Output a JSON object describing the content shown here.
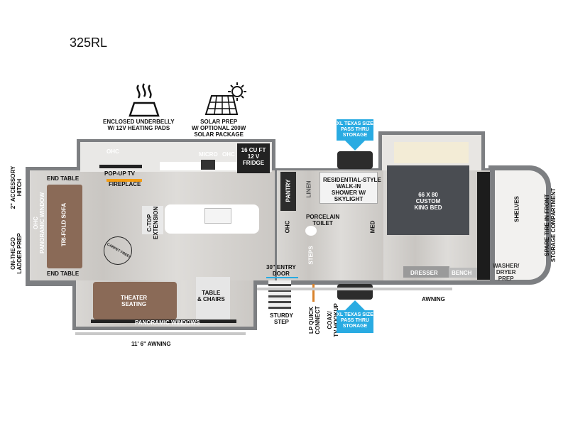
{
  "title": "325RL",
  "features": {
    "underbelly": "ENCLOSED UNDERBELLY\nW/ 12V HEATING PADS",
    "solar": "SOLAR PREP\nW/ OPTIONAL 200W\nSOLAR PACKAGE"
  },
  "labels": {
    "ohc": "OHC",
    "pop_up_tv": "POP-UP TV",
    "fireplace": "FIREPLACE",
    "micro": "MICRO",
    "ohc2": "OHC",
    "fridge": "16 CU FT\n12 V\nFRIDGE",
    "end_table_top": "END TABLE",
    "end_table_bottom": "END TABLE",
    "sofa": "TRI-FOLD SOFA",
    "rear_window": "OHC\nPANORAMIC WINDOW",
    "hitch": "2\" ACCESSORY\nHITCH",
    "ladder": "ON-THE-GO\nLADDER PREP",
    "ctop": "C-TOP\nEXTENSION",
    "carpet_free": "CARPET FREE!",
    "theater": "THEATER\nSEATING",
    "table": "TABLE\n& CHAIRS",
    "panoramic": "PANORAMIC WINDOWS",
    "awning_rear": "11' 6\" AWNING",
    "pantry": "PANTRY",
    "ohc3": "OHC",
    "linen": "LINEN",
    "shower": "RESIDENTIAL-STYLE\nWALK-IN\nSHOWER W/\nSKYLIGHT",
    "toilet": "PORCELAIN\nTOILET",
    "med": "MED",
    "steps": "STEPS",
    "entry_door": "30\" ENTRY\nDOOR",
    "sturdy_step": "STURDY\nSTEP",
    "lp": "LP QUICK\nCONNECT",
    "coax": "COAX/\nTV HOOKUP",
    "storage_top": "XL TEXAS SIZE\nPASS THRU\nSTORAGE",
    "storage_bottom": "XL TEXAS SIZE\nPASS THRU\nSTORAGE",
    "bed": "66 X 80\nCUSTOM\nKING BED",
    "dresser": "DRESSER",
    "bench": "BENCH",
    "awning": "AWNING",
    "shelves": "SHELVES",
    "washer": "WASHER/\nDRYER\nPREP",
    "spare_tire": "SPARE TIRE IN FRONT\nSTORAGE COMPARTMENT"
  },
  "colors": {
    "accent": "#29abe2",
    "sofa": "#8a6a57",
    "bed": "#4a4d52"
  }
}
